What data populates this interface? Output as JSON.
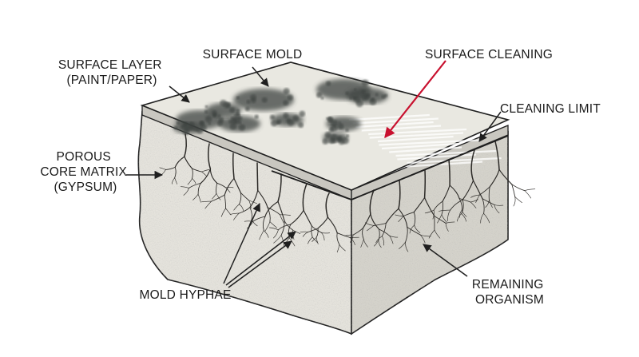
{
  "labels": {
    "surface_layer": [
      "SURFACE LAYER",
      "(PAINT/PAPER)"
    ],
    "surface_mold": "SURFACE MOLD",
    "surface_cleaning": "SURFACE CLEANING",
    "cleaning_limit": "CLEANING LIMIT",
    "porous_core": [
      "POROUS",
      "CORE MATRIX",
      "(GYPSUM)"
    ],
    "mold_hyphae": "MOLD HYPHAE",
    "remaining_organism": [
      "REMAINING",
      "ORGANISM"
    ]
  },
  "colors": {
    "core": "#e6e4dd",
    "core_shadow": "#d5d3cb",
    "top_surface": "#e9e8e1",
    "surface_layer_edge": "#c9c7c0",
    "mold": "#3e4340",
    "hyphae": "#2b2926",
    "pointer_red": "#c8102e",
    "outline": "#1f1f1f"
  }
}
